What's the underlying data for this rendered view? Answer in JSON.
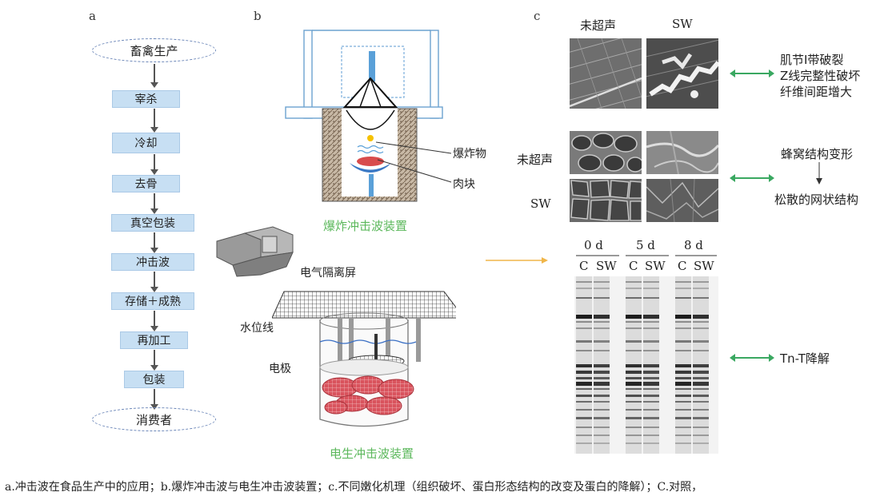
{
  "panel_letters": {
    "a": "a",
    "b": "b",
    "c": "c"
  },
  "flow": {
    "start": "畜禽生产",
    "steps": [
      "宰杀",
      "冷却",
      "去骨",
      "真空包装",
      "冲击波",
      "存储＋成熟",
      "再加工",
      "包装"
    ],
    "end": "消费者"
  },
  "panel_b": {
    "explosive_label": "爆炸物",
    "meat_label": "肉块",
    "explosive_device_caption": "爆炸冲击波装置",
    "screen_label": "电气隔离屏",
    "water_label": "水位线",
    "electrode_label": "电极",
    "electro_device_caption": "电生冲击波装置"
  },
  "panel_c": {
    "col_no_ultrasound": "未超声",
    "col_sw": "SW",
    "row_no_ultrasound": "未超声",
    "row_sw": "SW",
    "effect1": [
      "肌节I带破裂",
      "Z线完整性破坏",
      "纤维间距增大"
    ],
    "effect2_top": "蜂窝结构变形",
    "effect2_bottom": "松散的网状结构",
    "gel_days": [
      "0 d",
      "5 d",
      "8 d"
    ],
    "gel_lane_labels": [
      "C",
      "SW",
      "C",
      "SW",
      "C",
      "SW"
    ],
    "effect3": "Tn-T降解"
  },
  "colors": {
    "flow_box": "#c7dff3",
    "oval_border": "#6b86b8",
    "green": "#5cb85c",
    "arrow_green": "#3aa861",
    "orange_arrow": "#f0b64a"
  },
  "caption": "a.冲击波在食品生产中的应用；b.爆炸冲击波与电生冲击波装置；c.不同嫩化机理（组织破坏、蛋白形态结构的改变及蛋白的降解）；C.对照，"
}
